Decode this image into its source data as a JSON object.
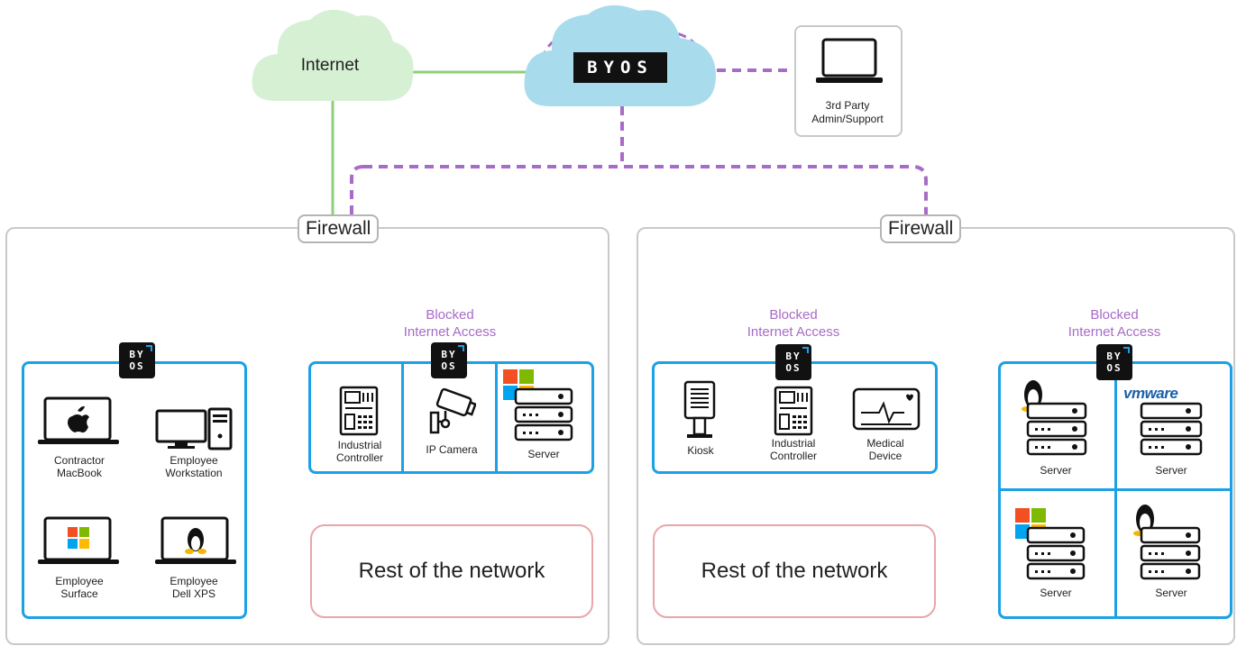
{
  "cloud": {
    "internet_label": "Internet",
    "byos_logo": "BYOS"
  },
  "third_party": {
    "label_line1": "3rd Party",
    "label_line2": "Admin/Support",
    "icon": "laptop-icon"
  },
  "left_site": {
    "firewall_label": "Firewall",
    "blocked_label_line1": "Blocked",
    "blocked_label_line2": "Internet Access",
    "endpoint_group": [
      {
        "line1": "Contractor",
        "line2": "MacBook",
        "icon": "apple-laptop-icon"
      },
      {
        "line1": "Employee",
        "line2": "Workstation",
        "icon": "desktop-workstation-icon"
      },
      {
        "line1": "Employee",
        "line2": "Surface",
        "icon": "windows-laptop-icon"
      },
      {
        "line1": "Employee",
        "line2": "Dell XPS",
        "icon": "linux-laptop-icon"
      }
    ],
    "iot_group": [
      {
        "line1": "Industrial",
        "line2": "Controller",
        "icon": "industrial-controller-icon"
      },
      {
        "line1": "IP Camera",
        "line2": "",
        "icon": "ip-camera-icon"
      },
      {
        "line1": "Server",
        "line2": "",
        "icon": "windows-server-icon"
      }
    ],
    "rest_label": "Rest of the network"
  },
  "right_site": {
    "firewall_label": "Firewall",
    "blocked_left_line1": "Blocked",
    "blocked_left_line2": "Internet Access",
    "blocked_right_line1": "Blocked",
    "blocked_right_line2": "Internet Access",
    "device_group": [
      {
        "line1": "Kiosk",
        "line2": "",
        "icon": "kiosk-icon"
      },
      {
        "line1": "Industrial",
        "line2": "Controller",
        "icon": "industrial-controller-icon"
      },
      {
        "line1": "Medical",
        "line2": "Device",
        "icon": "medical-device-icon"
      }
    ],
    "server_group": [
      {
        "label": "Server",
        "icon": "linux-server-icon"
      },
      {
        "label": "Server",
        "icon": "vmware-server-icon",
        "brand": "vmware"
      },
      {
        "label": "Server",
        "icon": "windows-server-icon"
      },
      {
        "label": "Server",
        "icon": "linux-server-icon"
      }
    ],
    "rest_label": "Rest of the network"
  },
  "colors": {
    "secure_link": "#a86bc7",
    "internet_link": "#8fcf7a",
    "network_link": "#e8a6aa",
    "segment_border": "#1da1e6",
    "byos_cloud": "#a8dced",
    "internet_cloud": "#d6f0d4"
  }
}
